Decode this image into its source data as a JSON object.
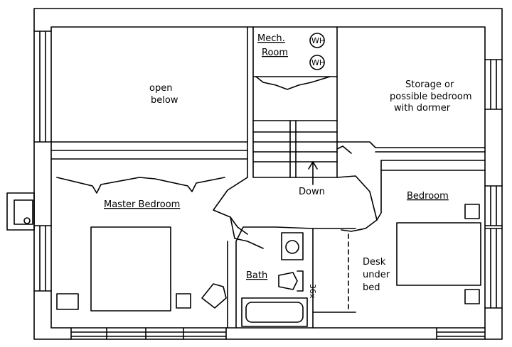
{
  "rooms": {
    "mech_room": [
      "Mech.",
      "Room"
    ],
    "water_heater_1": "WH",
    "water_heater_2": "WH",
    "open_below": [
      "open",
      "below"
    ],
    "storage": [
      "Storage or",
      "possible bedroom",
      "with dormer"
    ],
    "down": "Down",
    "master_bedroom": "Master Bedroom",
    "bedroom": "Bedroom",
    "bath": "Bath",
    "desk": [
      "Desk",
      "under",
      "bed"
    ],
    "fixture_note": "36x"
  }
}
